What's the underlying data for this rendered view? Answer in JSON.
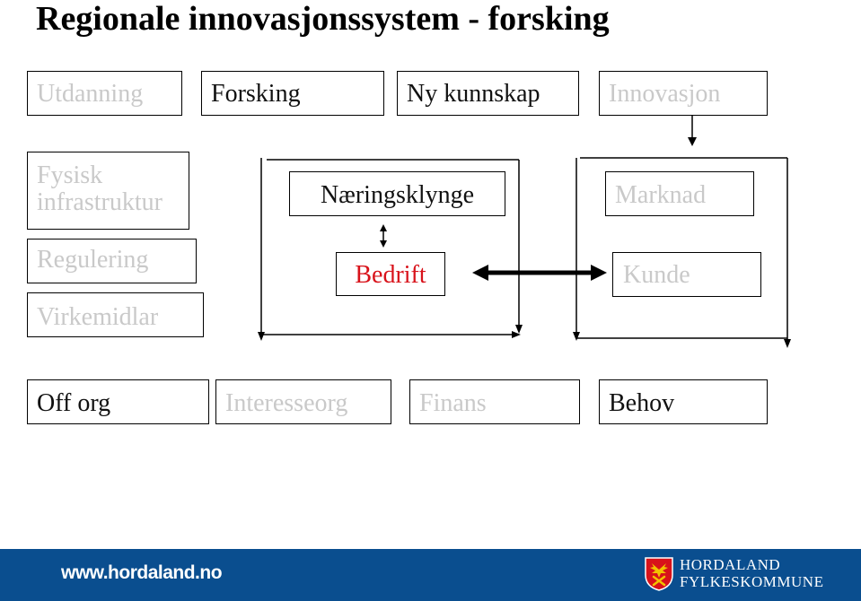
{
  "title": "Regionale innovasjonssystem - forsking",
  "boxes": {
    "utdanning": "Utdanning",
    "forsking": "Forsking",
    "ny_kunnskap": "Ny kunnskap",
    "innovasjon": "Innovasjon",
    "fysisk_line1": "Fysisk",
    "fysisk_line2": "infrastruktur",
    "regulering": "Regulering",
    "virkemidlar": "Virkemidlar",
    "naeringsklynge": "Næringsklynge",
    "bedrift": "Bedrift",
    "marknad": "Marknad",
    "kunde": "Kunde",
    "off_org": "Off org",
    "interesseorg": "Interesseorg",
    "finans": "Finans",
    "behov": "Behov"
  },
  "colors": {
    "muted_text": "#c9c9c9",
    "highlight_text": "#d8121a",
    "footer_bg": "#0a4e8f",
    "logo_red": "#d8121a",
    "logo_gold": "#f2c200"
  },
  "footer": {
    "url": "www.hordaland.no",
    "org_line1": "HORDALAND",
    "org_line2": "FYLKESKOMMUNE",
    "logo_icon": "coat-of-arms-icon"
  }
}
